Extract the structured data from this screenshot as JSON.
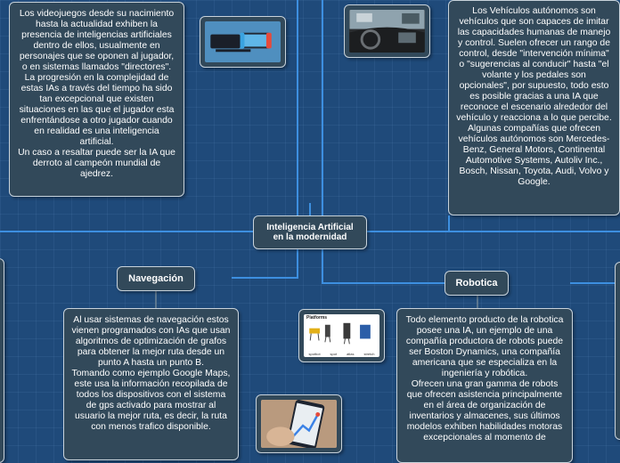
{
  "central": {
    "label": "Inteligencia Artificial\nen la modernidad"
  },
  "topics": [
    {
      "id": "videojuegos",
      "text": "Los videojuegos desde su nacimiento hasta la actualidad exhiben la presencia de inteligencias artificiales dentro de ellos, usualmente en personajes que se oponen al jugador, o en sistemas llamados \"directores\".\nLa progresión en la complejidad de estas IAs a través del tiempo ha sido tan excepcional que existen situaciones en las que el jugador esta enfrentándose a otro jugador cuando en realidad es una inteligencia artificial.\nUn caso a resaltar puede ser la IA que derroto al campeón mundial de ajedrez."
    },
    {
      "id": "vehiculos",
      "text": "Los Vehículos autónomos son vehículos que son capaces de imitar las capacidades humanas de manejo y control. Suelen ofrecer un rango de control, desde \"intervención mínima\" o \"sugerencias al conducir\" hasta \"el volante y los pedales son opcionales\", por supuesto, todo esto es posible gracias a una IA que reconoce el escenario alrededor del vehículo y reacciona a lo que percibe.\nAlgunas compañías que ofrecen vehículos autónomos son Mercedes-Benz, General Motors, Continental Automotive Systems, Autoliv Inc., Bosch, Nissan, Toyota, Audi, Volvo y Google."
    },
    {
      "id": "navegacion",
      "title": "Navegación",
      "text": "Al usar sistemas de navegación estos vienen programados con IAs que usan algoritmos de optimización de grafos para obtener la mejor ruta desde un punto A hasta un punto B.\nTomando como ejemplo Google Maps, este usa la información recopilada de todos los dispositivos con el sistema de gps activado para mostrar al usuario la mejor ruta, es decir, la ruta con menos trafico disponible."
    },
    {
      "id": "robotica",
      "title": "Robotica",
      "text": "Todo elemento producto de la robotica posee una IA, un ejemplo de una compañía productora de robots puede ser Boston Dynamics, una compañía americana que se especializa en la ingeniería y robótica.\nOfrecen una gran gamma de robots que ofrecen asistencia principalmente en el área de organización de inventarios y almacenes, sus últimos modelos exhiben habilidades motoras excepcionales al momento de"
    }
  ],
  "robot_image": {
    "title": "Platforms",
    "labels": [
      "spotbot",
      "spot",
      "atlas",
      "stretch"
    ]
  }
}
